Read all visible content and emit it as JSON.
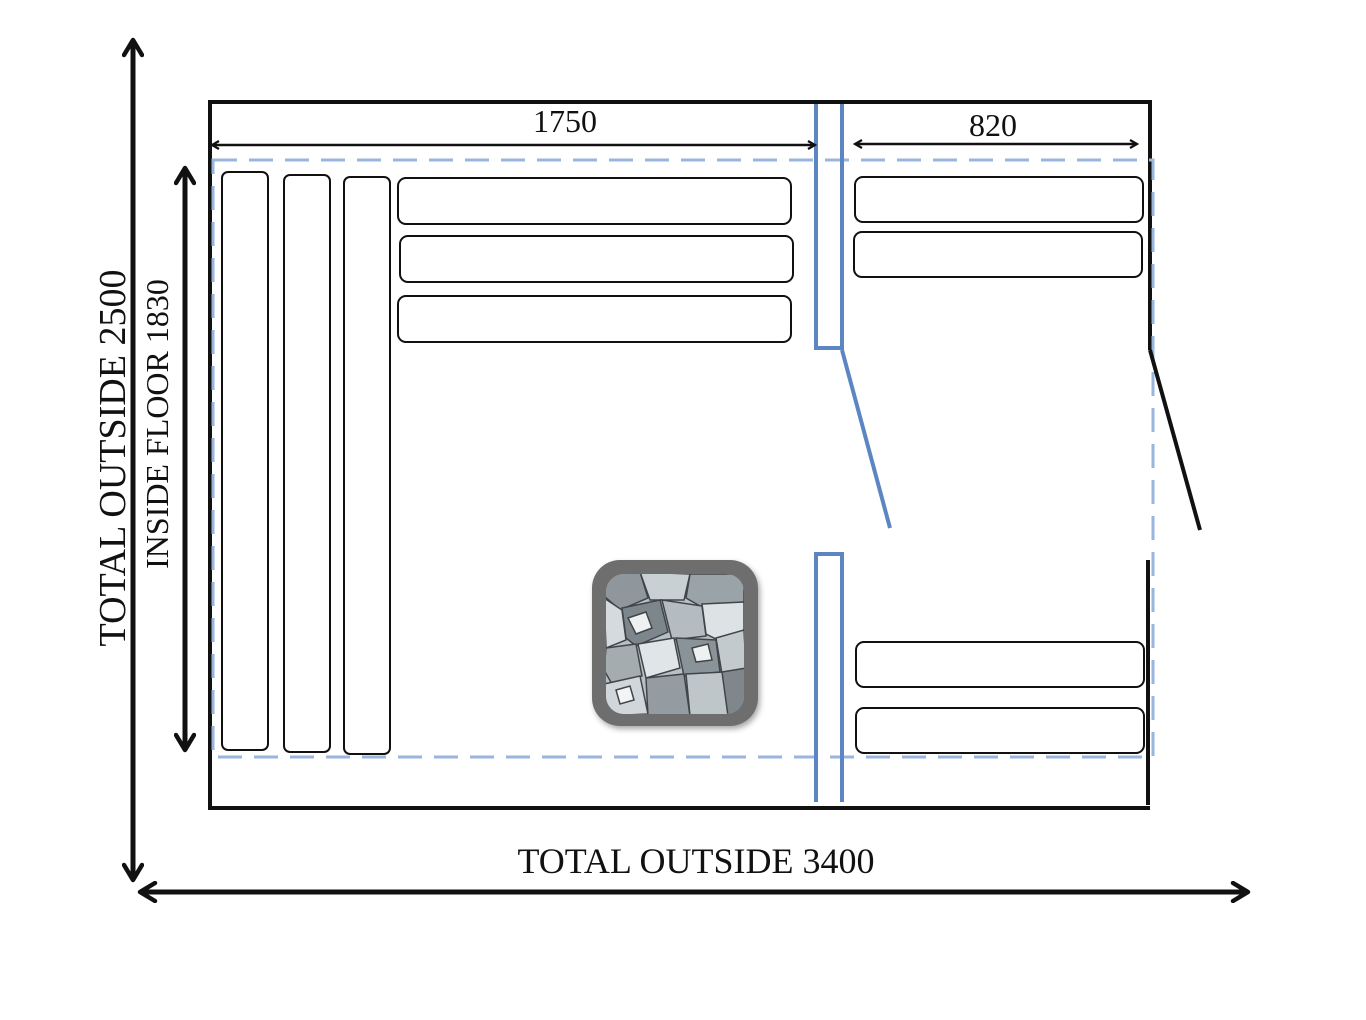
{
  "dimensions": {
    "sauna_room_width": "1750",
    "changing_room_width": "820",
    "total_outside_height": "TOTAL OUTSIDE  2500",
    "inside_floor_height": "INSIDE FLOOR 1830",
    "total_outside_width": "TOTAL OUTSIDE 3400"
  },
  "colors": {
    "outline": "#111111",
    "partition": "#5b86c2",
    "inside_floor": "#9ab6de",
    "stove_frame": "#6e6e6e"
  },
  "icons": {
    "stove": "sauna-stove-rocks-icon"
  }
}
